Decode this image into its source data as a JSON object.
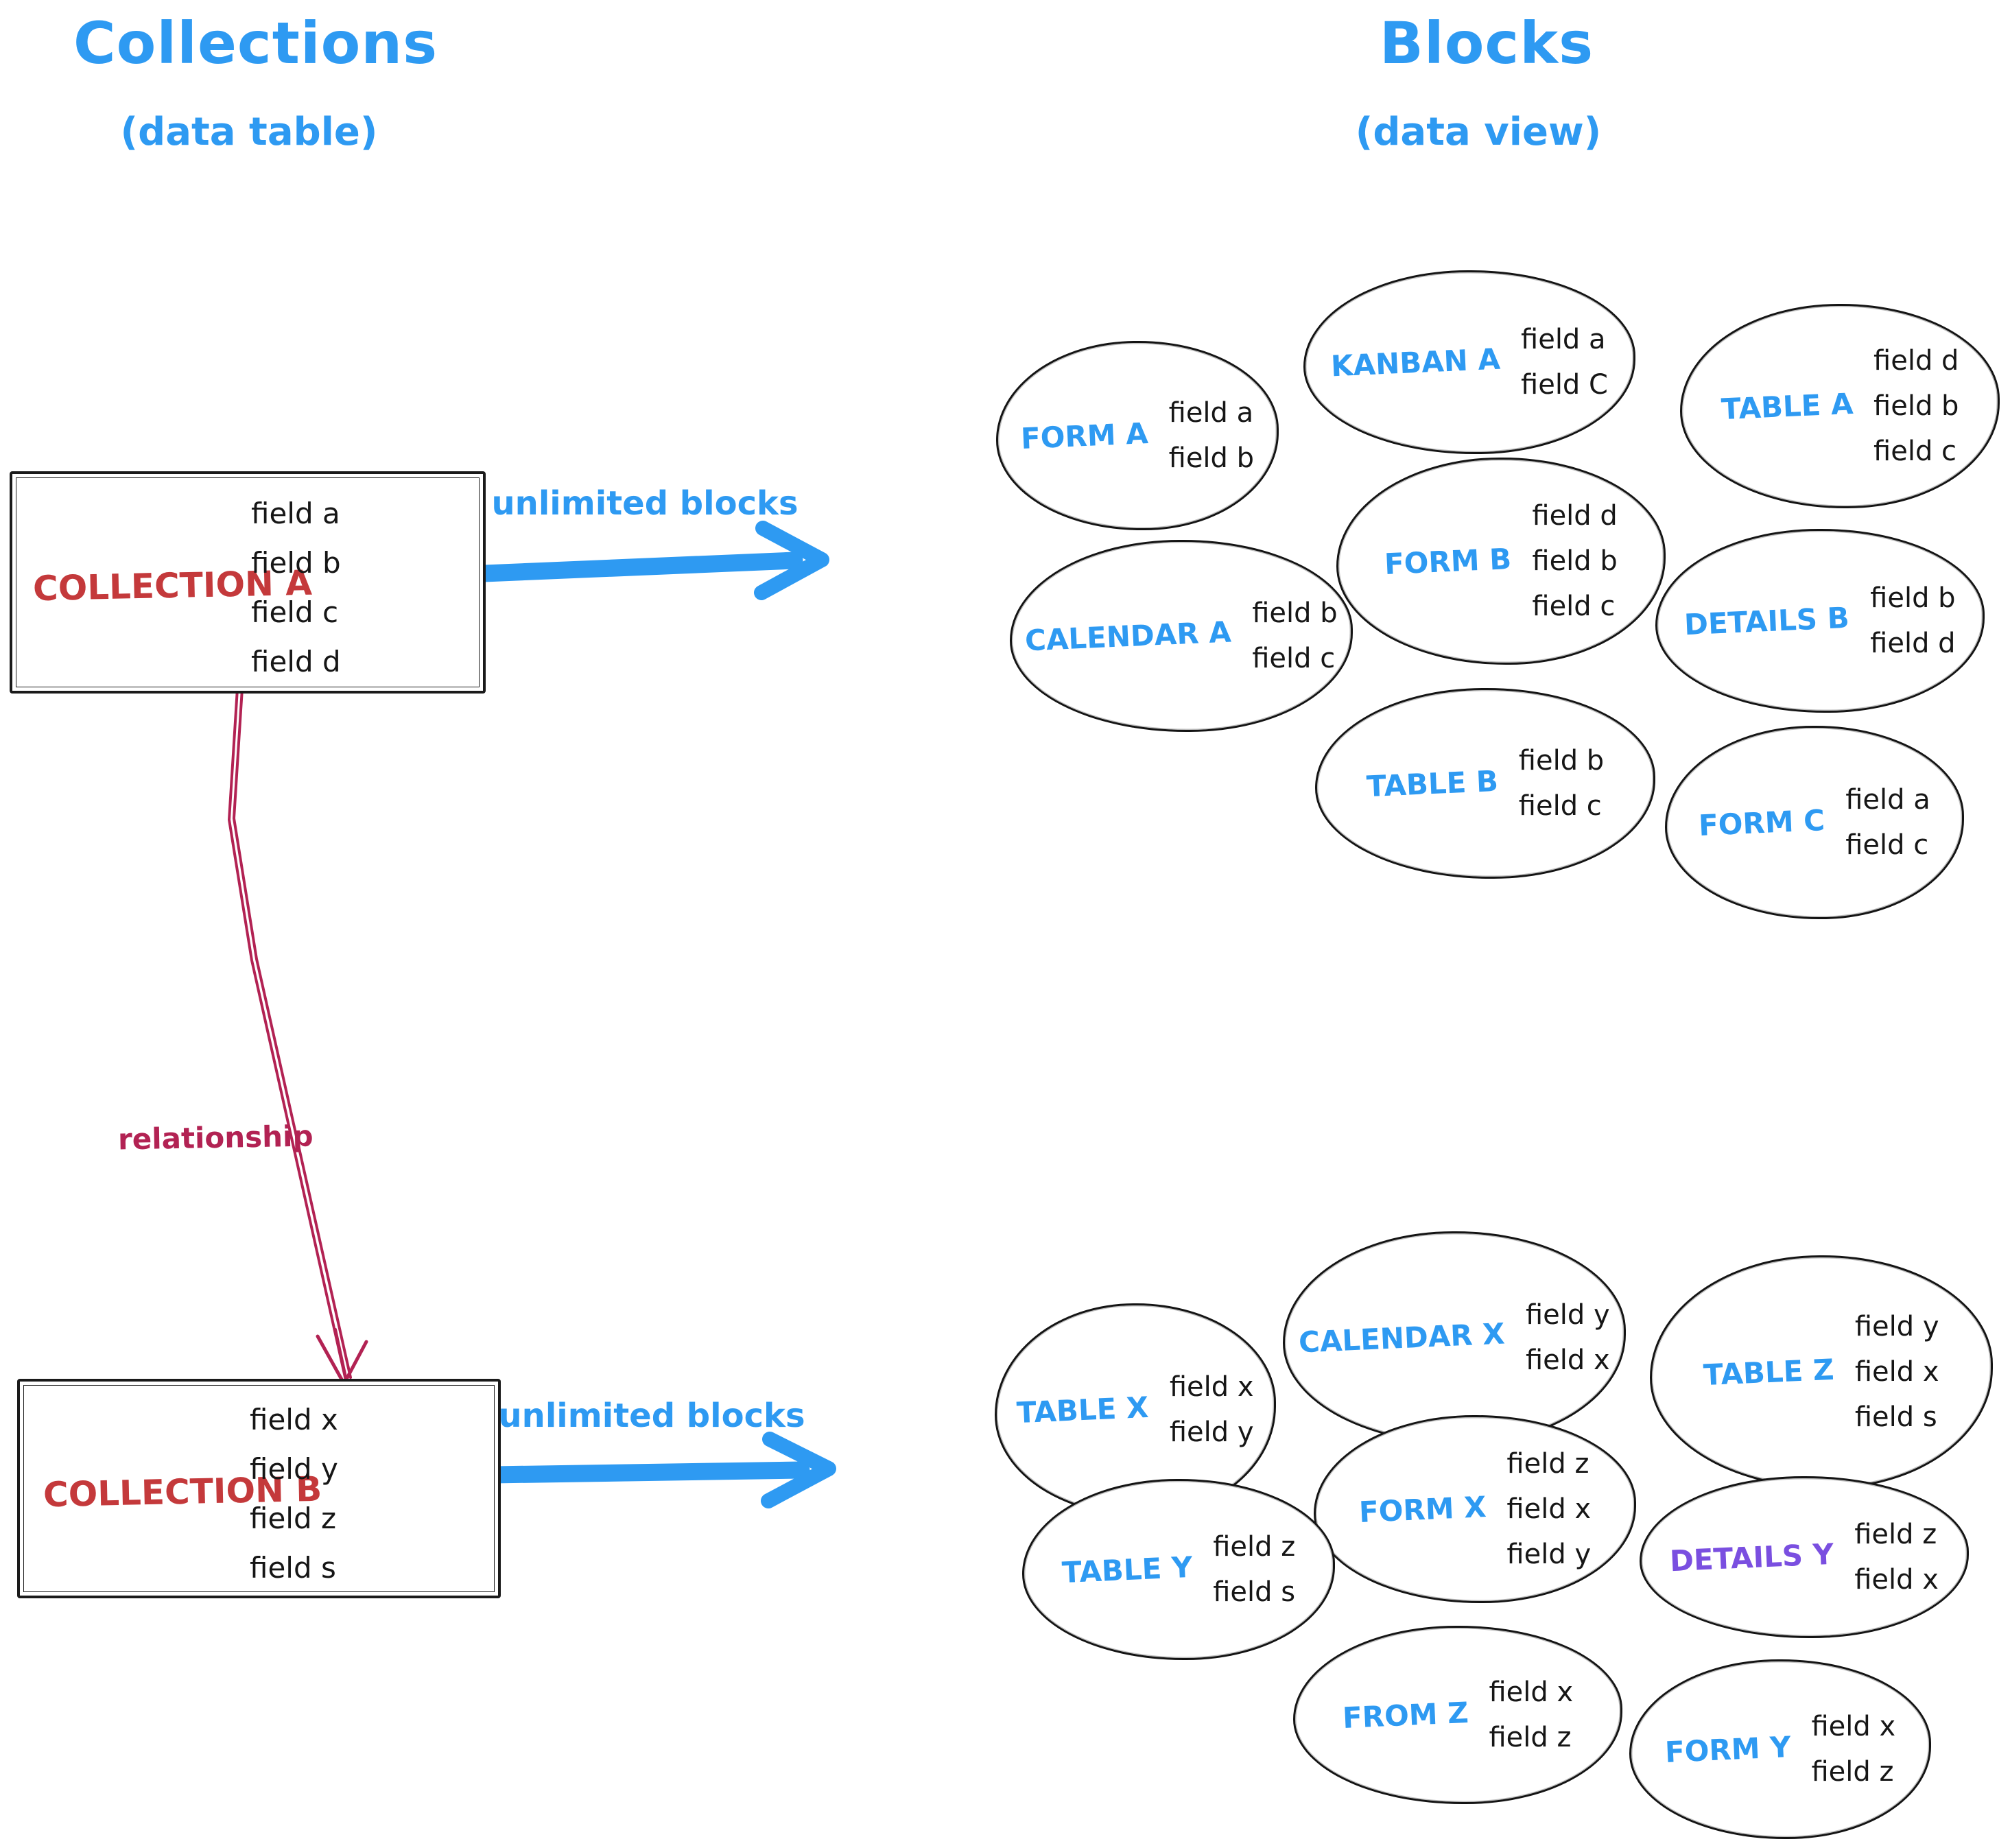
{
  "header": {
    "left_title": "Collections",
    "left_subtitle": "(data table)",
    "right_title": "Blocks",
    "right_subtitle": "(data view)"
  },
  "collections": [
    {
      "name": "COLLECTION A",
      "fields": [
        "field a",
        "field b",
        "field c",
        "field d"
      ]
    },
    {
      "name": "COLLECTION B",
      "fields": [
        "field x",
        "field y",
        "field z",
        "field s"
      ]
    }
  ],
  "relationship": {
    "label": "relationship"
  },
  "arrows": [
    {
      "label": "unlimited blocks"
    },
    {
      "label": "unlimited blocks"
    }
  ],
  "clusters": [
    {
      "collection": "COLLECTION A",
      "blocks": [
        {
          "label": "FORM A",
          "label_color": "#2e9af2",
          "fields": [
            "field a",
            "field b"
          ]
        },
        {
          "label": "KANBAN A",
          "label_color": "#2e9af2",
          "fields": [
            "field a",
            "field C"
          ]
        },
        {
          "label": "TABLE A",
          "label_color": "#2e9af2",
          "fields": [
            "field d",
            "field b",
            "field c"
          ]
        },
        {
          "label": "FORM B",
          "label_color": "#2e9af2",
          "fields": [
            "field d",
            "field b",
            "field c"
          ]
        },
        {
          "label": "CALENDAR A",
          "label_color": "#2e9af2",
          "fields": [
            "field b",
            "field c"
          ]
        },
        {
          "label": "DETAILS B",
          "label_color": "#2e9af2",
          "fields": [
            "field b",
            "field d"
          ]
        },
        {
          "label": "TABLE B",
          "label_color": "#2e9af2",
          "fields": [
            "field b",
            "field c"
          ]
        },
        {
          "label": "FORM C",
          "label_color": "#2e9af2",
          "fields": [
            "field a",
            "field c"
          ]
        }
      ]
    },
    {
      "collection": "COLLECTION B",
      "blocks": [
        {
          "label": "TABLE X",
          "label_color": "#2e9af2",
          "fields": [
            "field x",
            "field y"
          ]
        },
        {
          "label": "CALENDAR X",
          "label_color": "#2e9af2",
          "fields": [
            "field y",
            "field x"
          ]
        },
        {
          "label": "TABLE Z",
          "label_color": "#2e9af2",
          "fields": [
            "field y",
            "field x",
            "field s"
          ]
        },
        {
          "label": "FORM X",
          "label_color": "#2e9af2",
          "fields": [
            "field z",
            "field x",
            "field y"
          ]
        },
        {
          "label": "TABLE Y",
          "label_color": "#2e9af2",
          "fields": [
            "field z",
            "field s"
          ]
        },
        {
          "label": "DETAILS Y",
          "label_color": "#7a4fe0",
          "fields": [
            "field z",
            "field x"
          ]
        },
        {
          "label": "FROM Z",
          "label_color": "#2e9af2",
          "fields": [
            "field x",
            "field z"
          ]
        },
        {
          "label": "FORM Y",
          "label_color": "#2e9af2",
          "fields": [
            "field x",
            "field z"
          ]
        }
      ]
    }
  ],
  "colors": {
    "accent_blue": "#2e9af2",
    "collection_red": "#c4393b",
    "relationship_crimson": "#b22253",
    "details_purple": "#7a4fe0",
    "ink_black": "#161616"
  }
}
